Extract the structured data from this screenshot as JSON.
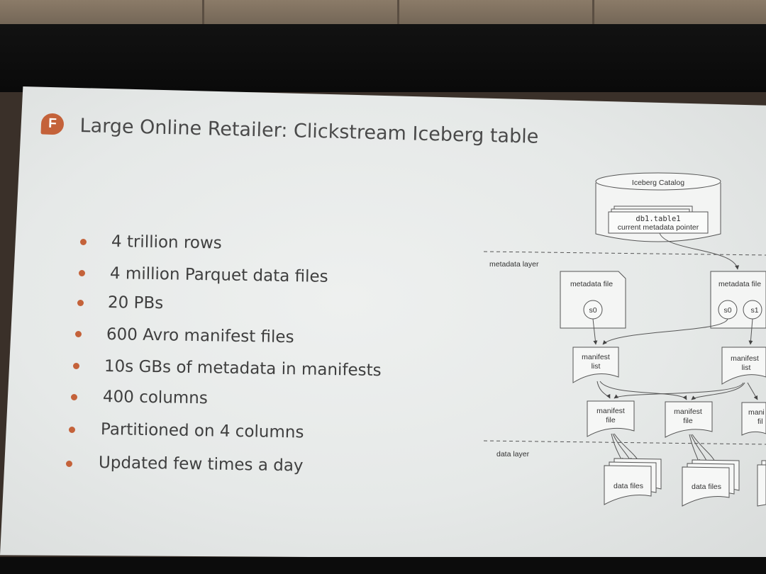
{
  "slide": {
    "logo_letter": "F",
    "title": "Large Online Retailer: Clickstream Iceberg table",
    "bullets": [
      "4 trillion rows",
      "4 million Parquet data files",
      "20 PBs",
      "600 Avro manifest files",
      "10s GBs of metadata in manifests",
      "400 columns",
      "Partitioned on 4 columns",
      "Updated few times a day"
    ],
    "accent_color": "#c4623a"
  },
  "diagram": {
    "catalog_title": "Iceberg Catalog",
    "table_name": "db1.table1",
    "pointer_label": "current metadata pointer",
    "metadata_layer_label": "metadata layer",
    "data_layer_label": "data layer",
    "metadata_file_label": "metadata file",
    "snapshot_s0": "s0",
    "snapshot_s1": "s1",
    "manifest_list_line1": "manifest",
    "manifest_list_line2": "list",
    "manifest_file_line1": "manifest",
    "manifest_file_line2": "file",
    "manifest_file_partial_line1": "mani",
    "manifest_file_partial_line2": "fil",
    "data_files_label": "data files"
  }
}
